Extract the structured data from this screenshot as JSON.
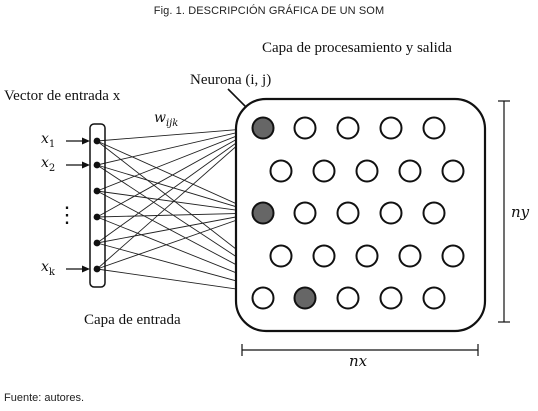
{
  "caption": "Fig. 1. DESCRIPCIÓN GRÁFICA DE UN SOM",
  "source": "Fuente: autores.",
  "labels": {
    "processing_layer": "Capa de procesamiento y salida",
    "neuron": "Neurona (i, j)",
    "input_vector": "Vector de entrada x",
    "weight": "w",
    "weight_sub": "ijk",
    "input_layer": "Capa de entrada",
    "ny": "ny",
    "nx": "nx",
    "x1": "x",
    "x1_sub": "1",
    "x2": "x",
    "x2_sub": "2",
    "xk": "x",
    "xk_sub": "k",
    "dots": "⋮"
  },
  "colors": {
    "active_neuron": "#666666",
    "stroke": "#111111"
  }
}
